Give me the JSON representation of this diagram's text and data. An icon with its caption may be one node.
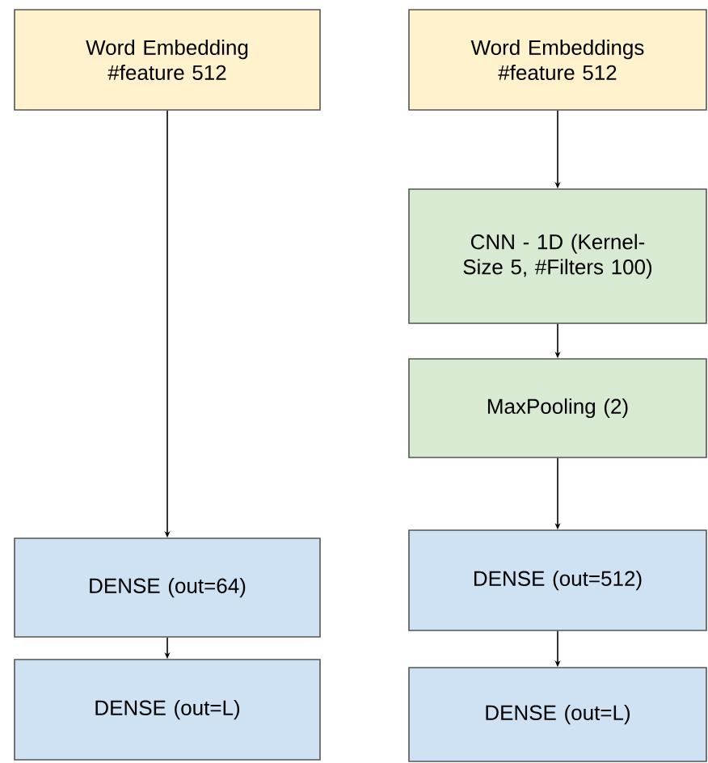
{
  "diagram": {
    "nodes": [
      {
        "text": [
          "Word Embedding #feature 512"
        ]
      },
      {
        "text": [
          "Word Embeddings #feature 512"
        ]
      },
      {
        "text": [
          "CNN - 1D (Kernel-Size 5, #Filters 100)"
        ]
      },
      {
        "text": [
          "MaxPooling (2)"
        ]
      },
      {
        "text": [
          "DENSE (out=64)"
        ]
      },
      {
        "text": [
          "DENSE (out=512)"
        ]
      },
      {
        "text": [
          "DENSE (out=L)"
        ]
      },
      {
        "text": [
          "DENSE (out=L)"
        ]
      }
    ],
    "edges": [
      {
        "from": 0,
        "to": 4,
        "arrow": "to"
      },
      {
        "from": 4,
        "to": 6,
        "arrow": "to"
      },
      {
        "from": 1,
        "to": 2,
        "arrow": "to"
      },
      {
        "from": 2,
        "to": 3,
        "arrow": "to"
      },
      {
        "from": 3,
        "to": 5,
        "arrow": "to"
      },
      {
        "from": 5,
        "to": 7,
        "arrow": "to"
      }
    ]
  }
}
